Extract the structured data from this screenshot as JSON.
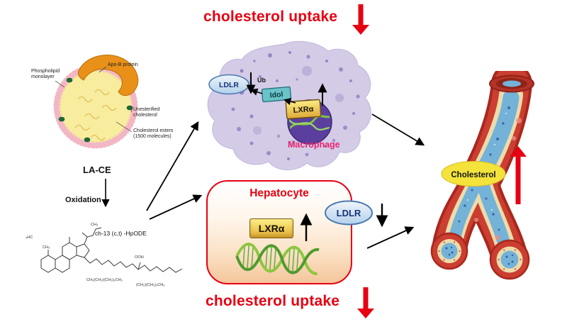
{
  "titles": {
    "top": "cholesterol uptake",
    "bottom": "cholesterol uptake"
  },
  "ldl_particle": {
    "apob_label": "Apo-B protein",
    "phospholipid_line1": "Phospholipid",
    "phospholipid_line2": "monolayer",
    "unesterified_line1": "Unesterified",
    "unesterified_line2": "cholesterol",
    "esters_line1": "Cholesterol esters",
    "esters_line2": "(1500 molecules)"
  },
  "pathway": {
    "la_ce": "LA-CE",
    "oxidation": "Oxidation",
    "product": "ch-13 (c,t) -HpODE"
  },
  "chem": {
    "h3c": "₃HC",
    "ch3_a": "CH₃",
    "ch3_b": "CH₃",
    "ooh": "OOH",
    "chain_left": "CH₃(CH₂)(CH₂)₆CH₃",
    "chain_right": "(CH₂)(CH₂)₃CH₃"
  },
  "macrophage": {
    "label": "Macrophage",
    "ldlr": "LDLR",
    "ub": "Ub",
    "idol": "Idol",
    "lxra": "LXRα"
  },
  "hepatocyte": {
    "label": "Hepatocyte",
    "lxra": "LXRα",
    "ldlr": "LDLR"
  },
  "vessel": {
    "cholesterol": "Cholesterol"
  },
  "colors": {
    "accent_red": "#e60012",
    "macrophage_label_pink": "#e8256f",
    "macrophage_fill": "#d4cbe7",
    "nucleus_purple": "#5b3f9e",
    "idol_teal": "#6ac3c8",
    "lxra_gold": "#eec84f",
    "ldlr_blue_border": "#4a78b0",
    "vessel_red": "#cb3e30",
    "lumen_blue": "#74b2d8",
    "cholesterol_yellow": "#f3e33b",
    "dna_green": "#4f9b2e"
  }
}
